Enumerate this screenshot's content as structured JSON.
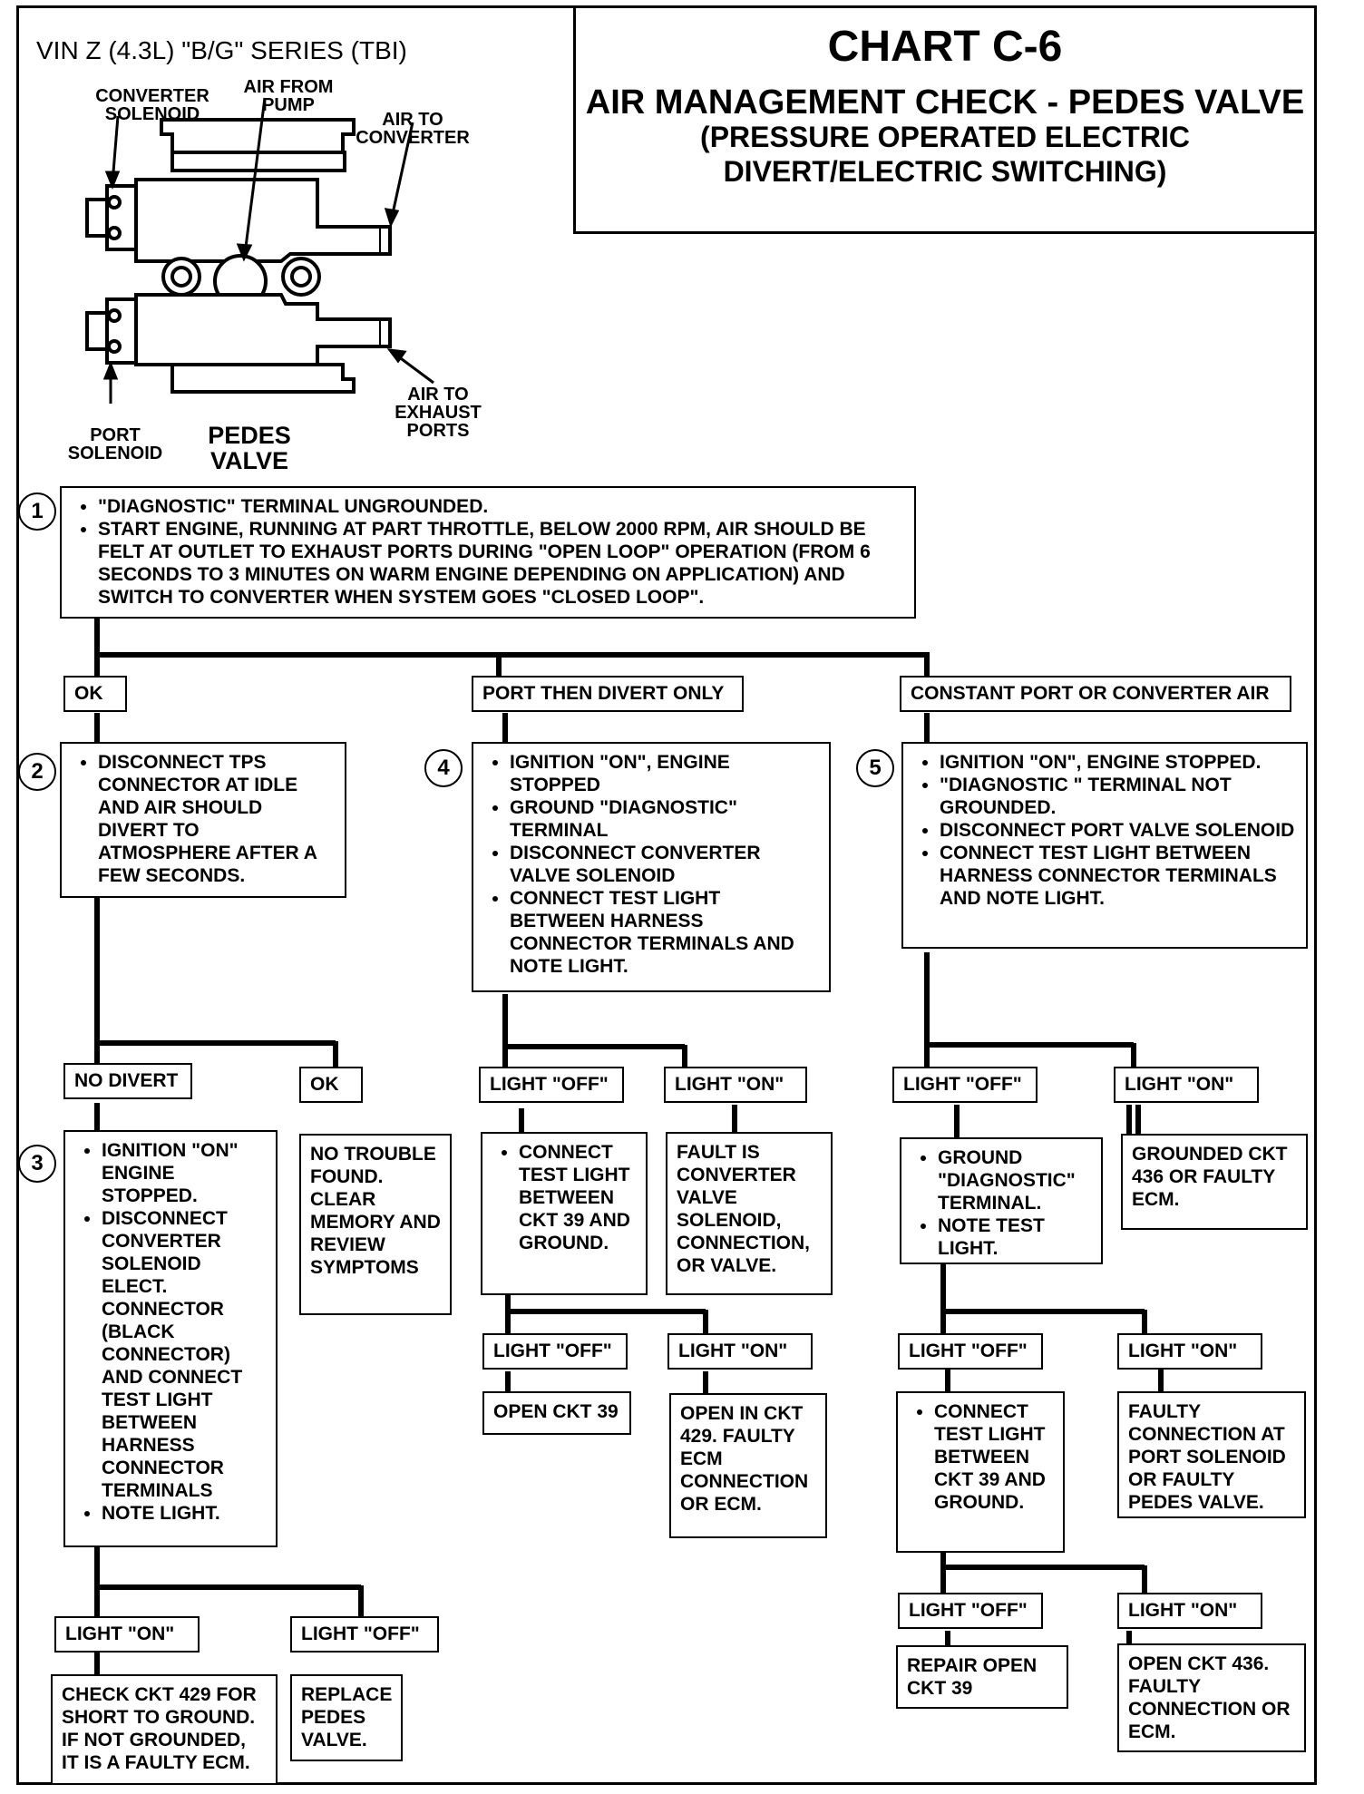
{
  "header": {
    "vin": "VIN Z (4.3L) \"B/G\" SERIES (TBI)",
    "chart_title": "CHART C-6",
    "subtitle_1": "AIR MANAGEMENT CHECK - PEDES VALVE",
    "subtitle_2": "(PRESSURE OPERATED ELECTRIC",
    "subtitle_3": "DIVERT/ELECTRIC SWITCHING)"
  },
  "diagram_labels": {
    "converter_solenoid_1": "CONVERTER",
    "converter_solenoid_2": "SOLENOID",
    "air_from_pump_1": "AIR FROM",
    "air_from_pump_2": "PUMP",
    "air_to_converter_1": "AIR TO",
    "air_to_converter_2": "CONVERTER",
    "port_solenoid_1": "PORT",
    "port_solenoid_2": "SOLENOID",
    "pedes_valve_1": "PEDES",
    "pedes_valve_2": "VALVE",
    "air_to_exhaust_1": "AIR TO",
    "air_to_exhaust_2": "EXHAUST",
    "air_to_exhaust_3": "PORTS"
  },
  "steps": {
    "step1": {
      "num": "1",
      "items": [
        "\"DIAGNOSTIC\" TERMINAL UNGROUNDED.",
        "START ENGINE, RUNNING AT PART THROTTLE, BELOW 2000 RPM, AIR SHOULD BE FELT AT OUTLET TO EXHAUST PORTS DURING \"OPEN LOOP\" OPERATION (FROM 6 SECONDS TO 3 MINUTES ON WARM ENGINE DEPENDING ON APPLICATION) AND SWITCH TO CONVERTER WHEN SYSTEM GOES \"CLOSED LOOP\"."
      ]
    },
    "step2": {
      "num": "2",
      "items": [
        "DISCONNECT TPS CONNECTOR AT IDLE AND AIR SHOULD DIVERT TO ATMOSPHERE AFTER A FEW SECONDS."
      ]
    },
    "step3": {
      "num": "3",
      "items": [
        "IGNITION \"ON\" ENGINE STOPPED.",
        "DISCONNECT CONVERTER SOLENOID ELECT. CONNECTOR (BLACK CONNECTOR) AND CONNECT TEST LIGHT BETWEEN HARNESS CONNECTOR TERMINALS",
        "NOTE LIGHT."
      ]
    },
    "step4": {
      "num": "4",
      "items": [
        "IGNITION \"ON\", ENGINE STOPPED",
        "GROUND \"DIAGNOSTIC\" TERMINAL",
        "DISCONNECT CONVERTER VALVE SOLENOID",
        "CONNECT TEST LIGHT BETWEEN HARNESS CONNECTOR TERMINALS AND NOTE LIGHT."
      ]
    },
    "step5": {
      "num": "5",
      "items": [
        "IGNITION \"ON\", ENGINE STOPPED.",
        "\"DIAGNOSTIC \" TERMINAL NOT GROUNDED.",
        "DISCONNECT PORT VALVE SOLENOID",
        "CONNECT TEST LIGHT BETWEEN HARNESS CONNECTOR TERMINALS AND NOTE LIGHT."
      ]
    }
  },
  "branches": {
    "ok_1": "OK",
    "port_then_divert": "PORT THEN DIVERT ONLY",
    "constant_port": "CONSTANT PORT OR CONVERTER AIR",
    "no_divert": "NO DIVERT",
    "ok_2": "OK",
    "s4_light_off": "LIGHT \"OFF\"",
    "s4_light_on": "LIGHT \"ON\"",
    "s5_light_off": "LIGHT \"OFF\"",
    "s5_light_on": "LIGHT \"ON\"",
    "s4b_light_off": "LIGHT \"OFF\"",
    "s4b_light_on": "LIGHT \"ON\"",
    "s5b_light_off": "LIGHT \"OFF\"",
    "s5b_light_on": "LIGHT \"ON\"",
    "s5c_light_off": "LIGHT \"OFF\"",
    "s5c_light_on": "LIGHT \"ON\"",
    "s3_light_on": "LIGHT \"ON\"",
    "s3_light_off": "LIGHT \"OFF\""
  },
  "results": {
    "no_trouble": "NO TROUBLE FOUND. CLEAR MEMORY AND REVIEW SYMPTOMS",
    "s4_connect": "CONNECT TEST LIGHT BETWEEN CKT 39 AND GROUND.",
    "s4_fault": "FAULT IS CONVERTER VALVE SOLENOID, CONNECTION, OR VALVE.",
    "s5_ground": [
      "GROUND \"DIAGNOSTIC\" TERMINAL.",
      "NOTE TEST LIGHT."
    ],
    "s5_grounded_ckt": "GROUNDED CKT 436 OR FAULTY ECM.",
    "open_ckt39": "OPEN CKT 39",
    "open_ckt429": "OPEN IN CKT 429. FAULTY ECM CONNECTION OR ECM.",
    "s5_connect": "CONNECT TEST LIGHT BETWEEN CKT 39 AND GROUND.",
    "faulty_port": "FAULTY CONNECTION AT PORT SOLENOID OR FAULTY PEDES VALVE.",
    "repair_open": "REPAIR OPEN CKT 39",
    "open_ckt436": "OPEN CKT 436. FAULTY CONNECTION OR ECM.",
    "check_ckt429": "CHECK CKT 429 FOR SHORT TO GROUND. IF NOT GROUNDED, IT IS A FAULTY ECM.",
    "replace_pedes": "REPLACE PEDES VALVE."
  }
}
